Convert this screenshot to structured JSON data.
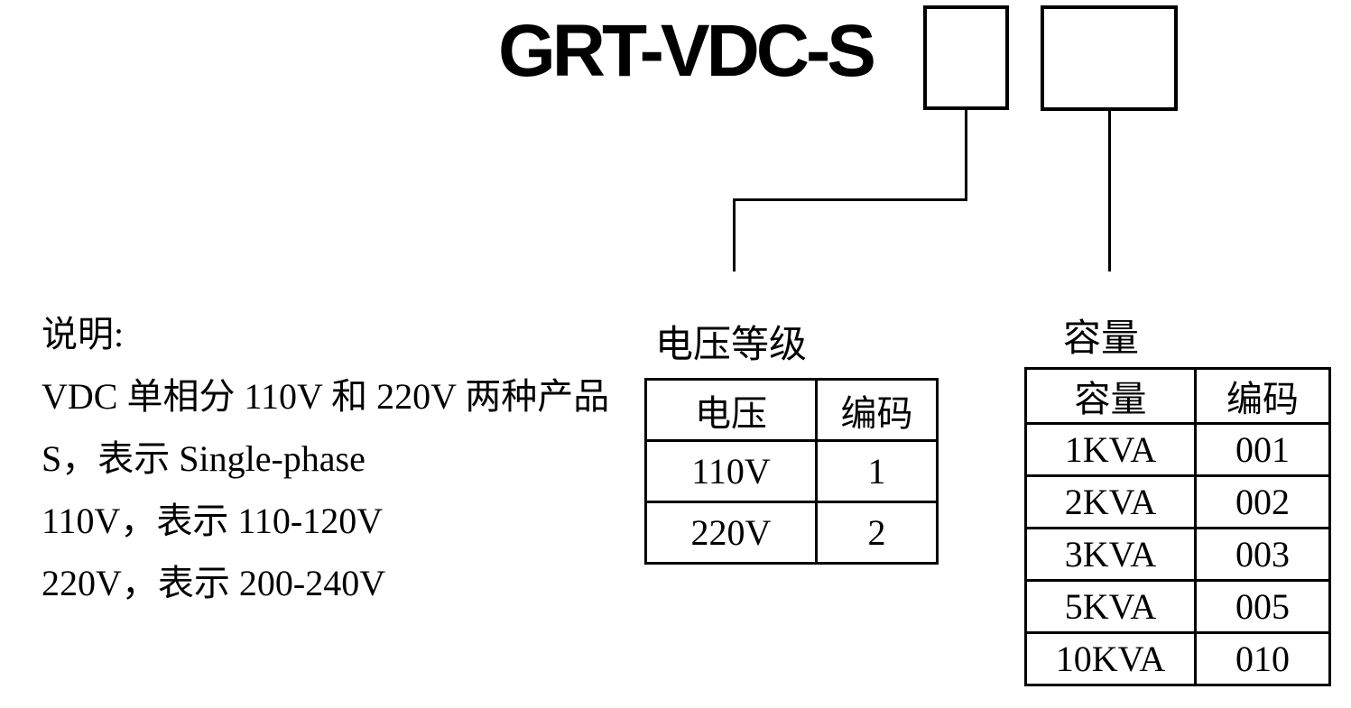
{
  "page": {
    "background": "#ffffff",
    "line_color": "#000000"
  },
  "model": {
    "title": "GRT-VDC-S"
  },
  "notes": {
    "heading": "说明:",
    "lines": [
      "VDC 单相分 110V 和 220V 两种产品",
      "S，表示 Single-phase",
      "110V，表示 110-120V",
      "220V，表示 200-240V"
    ]
  },
  "voltage_table": {
    "title": "电压等级",
    "headers": [
      "电压",
      "编码"
    ],
    "rows": [
      [
        "110V",
        "1"
      ],
      [
        "220V",
        "2"
      ]
    ]
  },
  "capacity_table": {
    "title": "容量",
    "headers": [
      "容量",
      "编码"
    ],
    "rows": [
      [
        "1KVA",
        "001"
      ],
      [
        "2KVA",
        "002"
      ],
      [
        "3KVA",
        "003"
      ],
      [
        "5KVA",
        "005"
      ],
      [
        "10KVA",
        "010"
      ]
    ]
  }
}
